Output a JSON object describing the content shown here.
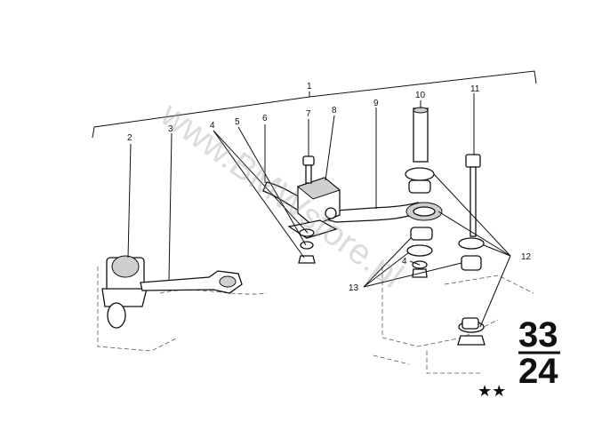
{
  "diagram": {
    "callouts": {
      "c1": "1",
      "c2": "2",
      "c3": "3",
      "c4": "4",
      "c5": "5",
      "c6": "6",
      "c7": "7",
      "c8": "8",
      "c9": "9",
      "c10": "10",
      "c11": "11",
      "c12": "12",
      "c13": "13",
      "c4b": "4"
    },
    "watermark": "www.BMWstore.pl",
    "group_top": "33",
    "group_bottom": "24",
    "stars": "★★"
  }
}
